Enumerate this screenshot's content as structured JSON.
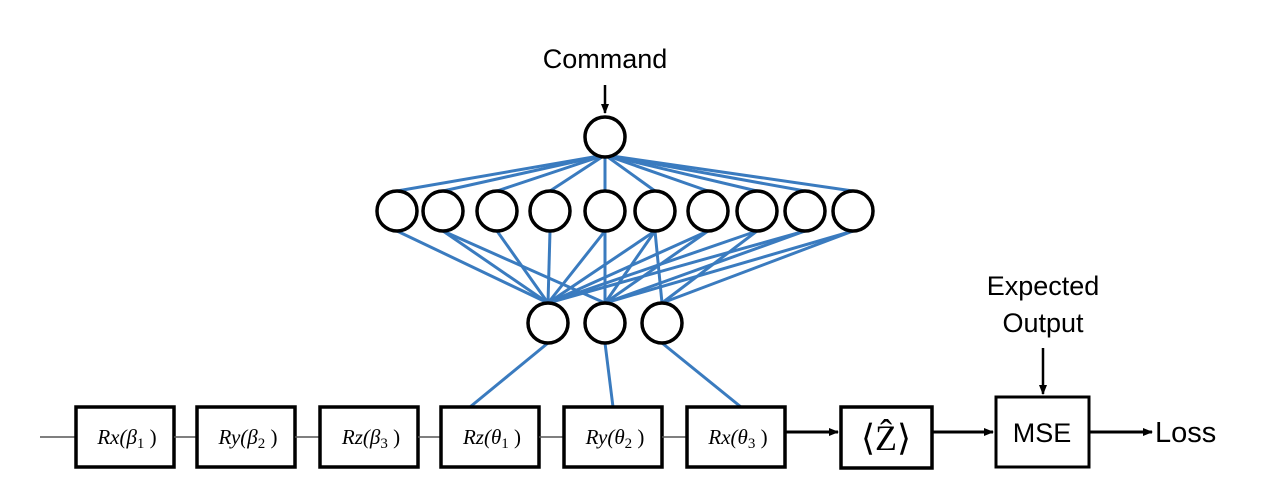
{
  "title": "Quantum circuit controlled by neural network",
  "colors": {
    "edge": "#3a7bbf",
    "stroke": "#000000",
    "wire": "#555555",
    "background": "#ffffff"
  },
  "labels": {
    "command": "Command",
    "expected_output_line1": "Expected",
    "expected_output_line2": "Output",
    "mse": "MSE",
    "loss": "Loss",
    "expectation": "⟨Ẑ⟩"
  },
  "network": {
    "input_nodes": 1,
    "hidden_nodes": 10,
    "output_nodes": 3,
    "hidden_to_output_edges": [
      [
        0,
        0
      ],
      [
        1,
        0
      ],
      [
        1,
        1
      ],
      [
        2,
        0
      ],
      [
        3,
        0
      ],
      [
        4,
        0
      ],
      [
        4,
        1
      ],
      [
        5,
        0
      ],
      [
        5,
        1
      ],
      [
        5,
        2
      ],
      [
        6,
        0
      ],
      [
        6,
        1
      ],
      [
        7,
        0
      ],
      [
        7,
        2
      ],
      [
        8,
        0
      ],
      [
        8,
        1
      ],
      [
        9,
        1
      ],
      [
        9,
        2
      ]
    ],
    "output_to_gate": [
      {
        "node": 0,
        "gate": 3
      },
      {
        "node": 1,
        "gate": 4
      },
      {
        "node": 2,
        "gate": 5
      }
    ]
  },
  "gates": [
    {
      "op": "Rx",
      "param": "β",
      "sub": "1"
    },
    {
      "op": "Ry",
      "param": "β",
      "sub": "2"
    },
    {
      "op": "Rz",
      "param": "β",
      "sub": "3"
    },
    {
      "op": "Rz",
      "param": "θ",
      "sub": "1"
    },
    {
      "op": "Ry",
      "param": "θ",
      "sub": "2"
    },
    {
      "op": "Rx",
      "param": "θ",
      "sub": "3"
    }
  ]
}
